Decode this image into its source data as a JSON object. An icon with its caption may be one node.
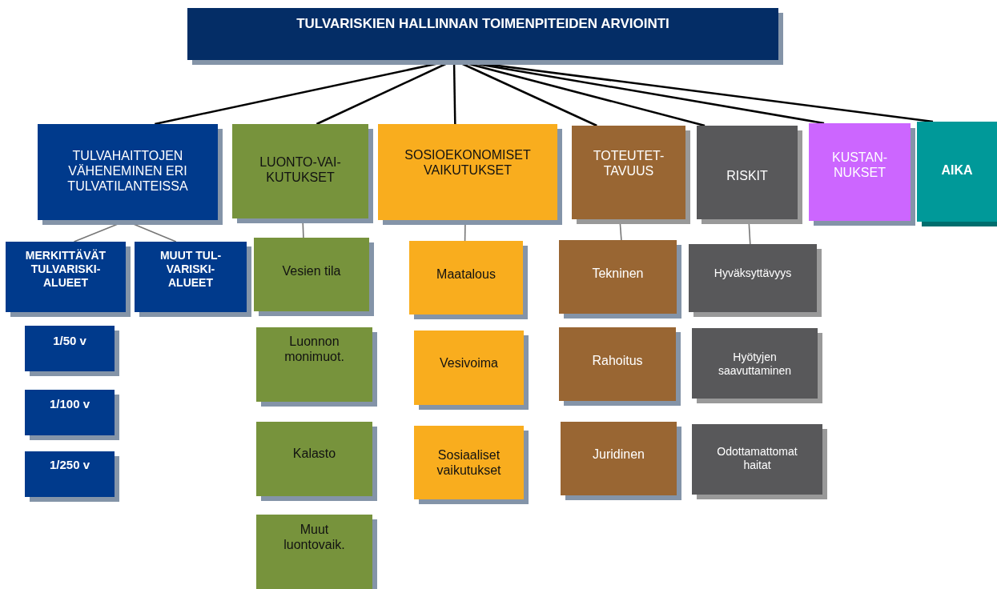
{
  "diagram": {
    "nodes": [
      {
        "text": [
          "TULVARISKIEN HALLINNAN TOIMENPITEIDEN ARVIOINTI"
        ]
      },
      {
        "text": [
          "TULVAHAITTOJEN VÄHENEMINEN ERI TULVATILANTEISSA"
        ]
      },
      {
        "text": [
          "LUONTO-VAI- KUTUKSET"
        ]
      },
      {
        "text": [
          "SOSIOEKONOMISET VAIKUTUKSET"
        ]
      },
      {
        "text": [
          "TOTEUTET- TAVUUS"
        ]
      },
      {
        "text": [
          "RISKIT"
        ]
      },
      {
        "text": [
          "KUSTAN- NUKSET"
        ]
      },
      {
        "text": [
          "AIKA"
        ]
      },
      {
        "text": [
          "MERKITTÄVÄT TULVARISKI- ALUEET"
        ]
      },
      {
        "text": [
          "MUUT TUL- VARISKI- ALUEET"
        ]
      },
      {
        "text": [
          "1/50 v"
        ]
      },
      {
        "text": [
          "1/100 v"
        ]
      },
      {
        "text": [
          "1/250 v"
        ]
      },
      {
        "text": [
          "Vesien tila"
        ]
      },
      {
        "text": [
          "Luonnon monimuot."
        ]
      },
      {
        "text": [
          "Kalasto"
        ]
      },
      {
        "text": [
          "Muut luontovaik."
        ]
      },
      {
        "text": [
          "Maatalous"
        ]
      },
      {
        "text": [
          "Vesivoima"
        ]
      },
      {
        "text": [
          "Sosiaaliset vaikutukset"
        ]
      },
      {
        "text": [
          "Tekninen"
        ]
      },
      {
        "text": [
          "Rahoitus"
        ]
      },
      {
        "text": [
          "Juridinen"
        ]
      },
      {
        "text": [
          "Hyväksyttävyys"
        ]
      },
      {
        "text": [
          "Hyötyjen saavuttaminen"
        ]
      },
      {
        "text": [
          "Odottamattomat haitat"
        ]
      }
    ],
    "edges": [
      {
        "from": 0,
        "to": 1,
        "arrow": "none"
      },
      {
        "from": 0,
        "to": 2,
        "arrow": "none"
      },
      {
        "from": 0,
        "to": 3,
        "arrow": "none"
      },
      {
        "from": 0,
        "to": 4,
        "arrow": "none"
      },
      {
        "from": 0,
        "to": 5,
        "arrow": "none"
      },
      {
        "from": 0,
        "to": 6,
        "arrow": "none"
      },
      {
        "from": 0,
        "to": 7,
        "arrow": "none"
      },
      {
        "from": 1,
        "to": 8,
        "arrow": "none",
        "color": "#777777"
      },
      {
        "from": 1,
        "to": 9,
        "arrow": "none",
        "color": "#777777"
      },
      {
        "from": 2,
        "to": 13,
        "arrow": "none",
        "color": "#777777"
      },
      {
        "from": 3,
        "to": 17,
        "arrow": "none",
        "color": "#777777"
      },
      {
        "from": 4,
        "to": 20,
        "arrow": "none",
        "color": "#777777"
      },
      {
        "from": 5,
        "to": 23,
        "arrow": "none",
        "color": "#777777"
      }
    ]
  }
}
